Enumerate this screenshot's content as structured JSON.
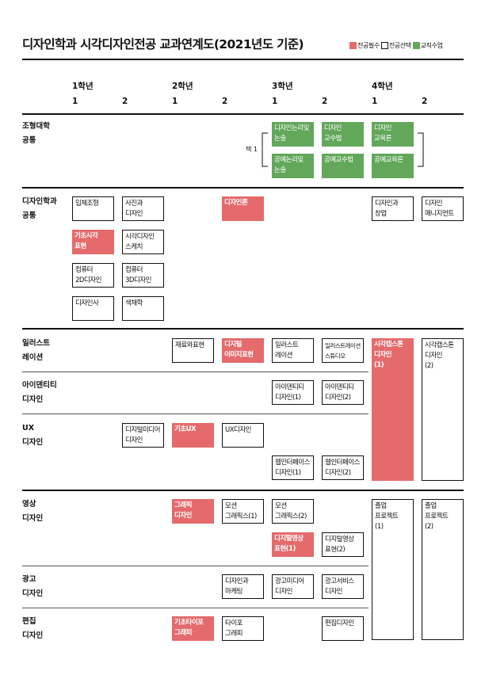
{
  "title": "디자인학과 시각디자인전공 교과연계도(2021년도 기준)",
  "legend": [
    {
      "label": "전공필수",
      "color": "#e46a6c"
    },
    {
      "label": "전공선택",
      "color": "#ffffff"
    },
    {
      "label": "교직수업",
      "color": "#62a75a"
    }
  ],
  "years": [
    "1학년",
    "2학년",
    "3학년",
    "4학년"
  ],
  "semesters": [
    "1",
    "2",
    "1",
    "2",
    "1",
    "2",
    "1",
    "2"
  ],
  "sections": [
    "조형대학\n공통",
    "디자인학과\n공통",
    "일러스트\n레이션",
    "아이덴티티\n디자인",
    "UX\n디자인",
    "영상\n디자인",
    "광고\n디자인",
    "편집\n디자인"
  ],
  "elective_note": "택 1",
  "courses": [
    {
      "label": "디자인논리및\n논술",
      "type": "edu"
    },
    {
      "label": "디자인\n교수법",
      "type": "edu"
    },
    {
      "label": "디자인\n교육론",
      "type": "edu"
    },
    {
      "label": "공예논리및\n논술",
      "type": "edu"
    },
    {
      "label": "공예교수법",
      "type": "edu"
    },
    {
      "label": "공예교육론",
      "type": "edu"
    },
    {
      "label": "입체조형",
      "type": "opt"
    },
    {
      "label": "사진과\n디자인",
      "type": "opt"
    },
    {
      "label": "디자인론",
      "type": "req"
    },
    {
      "label": "디자인과\n창업",
      "type": "opt"
    },
    {
      "label": "디자인\n매니지먼트",
      "type": "opt"
    },
    {
      "label": "기초시각\n표현",
      "type": "req"
    },
    {
      "label": "시각디자인\n스케치",
      "type": "opt"
    },
    {
      "label": "컴퓨터\n2D디자인",
      "type": "opt"
    },
    {
      "label": "컴퓨터\n3D디자인",
      "type": "opt"
    },
    {
      "label": "디자인사",
      "type": "opt"
    },
    {
      "label": "색채학",
      "type": "opt"
    },
    {
      "label": "재료와표현",
      "type": "opt"
    },
    {
      "label": "디지털\n이미지표현",
      "type": "req"
    },
    {
      "label": "일러스트\n레이션",
      "type": "opt"
    },
    {
      "label": "일러스트레이션\n스튜디오",
      "type": "opt"
    },
    {
      "label": "시각캡스톤\n디자인\n(1)",
      "type": "req"
    },
    {
      "label": "시각캡스톤\n디자인\n(2)",
      "type": "opt"
    },
    {
      "label": "아이덴티티\n디자인(1)",
      "type": "opt"
    },
    {
      "label": "아이덴티티\n디자인(2)",
      "type": "opt"
    },
    {
      "label": "디지털미디어\n디자인",
      "type": "opt"
    },
    {
      "label": "기초UX",
      "type": "req"
    },
    {
      "label": "UX디자인",
      "type": "opt"
    },
    {
      "label": "웹인터페이스\n디자인(1)",
      "type": "opt"
    },
    {
      "label": "웹인터페이스\n디자인(2)",
      "type": "opt"
    },
    {
      "label": "그래픽\n디자인",
      "type": "req"
    },
    {
      "label": "모션\n그래픽스(1)",
      "type": "opt"
    },
    {
      "label": "모션\n그래픽스(2)",
      "type": "opt"
    },
    {
      "label": "졸업\n프로젝트\n(1)",
      "type": "opt"
    },
    {
      "label": "졸업\n프로젝트\n(2)",
      "type": "opt"
    },
    {
      "label": "디지털영상\n표현(1)",
      "type": "req"
    },
    {
      "label": "디지털영상\n표현(2)",
      "type": "opt"
    },
    {
      "label": "디자인과\n마케팅",
      "type": "opt"
    },
    {
      "label": "광고미디어\n디자인",
      "type": "opt"
    },
    {
      "label": "광고서비스\n디자인",
      "type": "opt"
    },
    {
      "label": "기초타이포\n그래피",
      "type": "req"
    },
    {
      "label": "타이포\n그래피",
      "type": "opt"
    },
    {
      "label": "편집디자인",
      "type": "opt"
    }
  ]
}
